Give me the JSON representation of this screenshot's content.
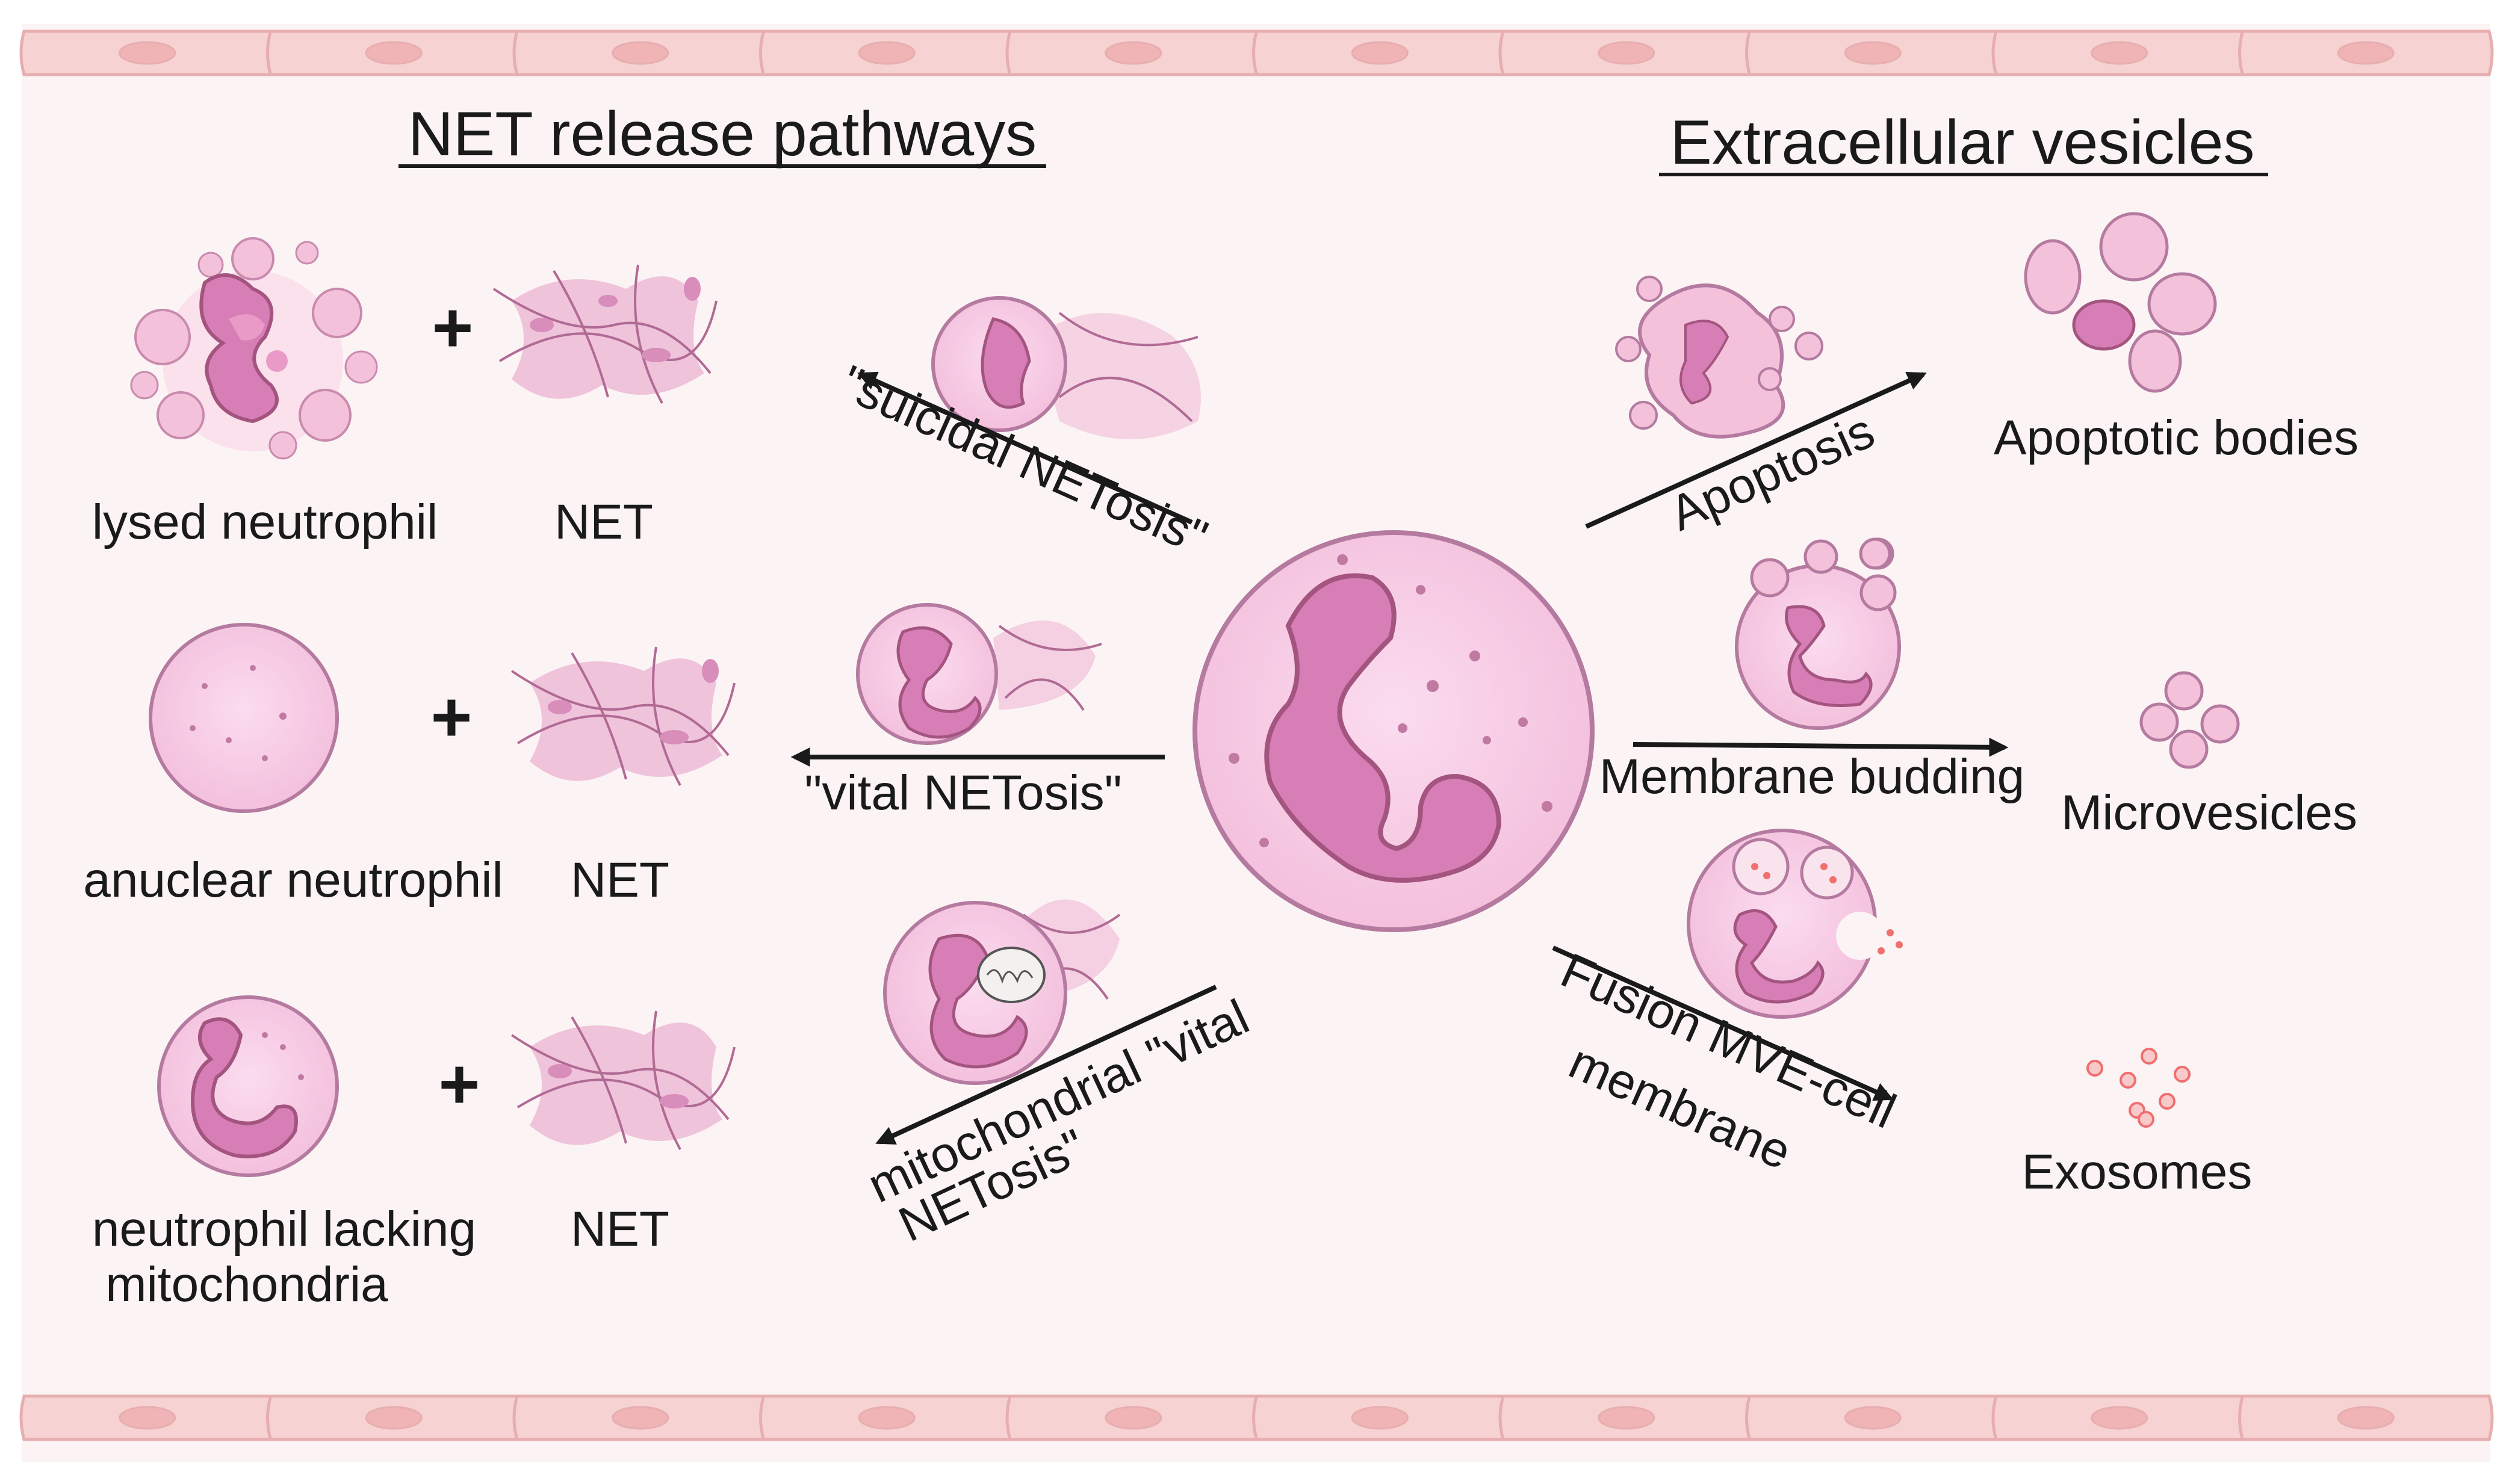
{
  "headings": {
    "net_release": "NET release pathways",
    "extracellular_vesicles": "Extracellular vesicles"
  },
  "left_panel": {
    "plus_symbol": "+",
    "rows": [
      {
        "cell_label": "lysed neutrophil",
        "net_label": "NET"
      },
      {
        "cell_label": "anuclear neutrophil",
        "net_label": "NET"
      },
      {
        "cell_label_line1": "neutrophil lacking",
        "cell_label_line2": "mitochondria",
        "net_label": "NET"
      }
    ]
  },
  "pathways": {
    "suicidal": "\"suicidal NETosis\"",
    "vital": "\"vital NETosis\"",
    "mito_line1": "mitochondrial \"vital",
    "mito_line2": "NETosis\""
  },
  "vesicle_routes": {
    "apoptosis": "Apoptosis",
    "budding": "Membrane budding",
    "fusion_line1": "Fusion MVE-cell",
    "fusion_line2": "membrane"
  },
  "products": {
    "apoptotic_bodies": "Apoptotic bodies",
    "microvesicles": "Microvesicles",
    "exosomes": "Exosomes"
  },
  "colors": {
    "background": "#fcf4f4",
    "endothelium": "#f6d2d2",
    "endothelium_outline": "#e7aeb0",
    "cell_fill": "#f5c6e1",
    "cell_outline": "#b47aa0",
    "nucleus": "#d67eb5",
    "nucleus_outline": "#a3547f",
    "net": "#d690b9",
    "arrow": "#1a1a1a",
    "exosome": "#f06f6f"
  }
}
